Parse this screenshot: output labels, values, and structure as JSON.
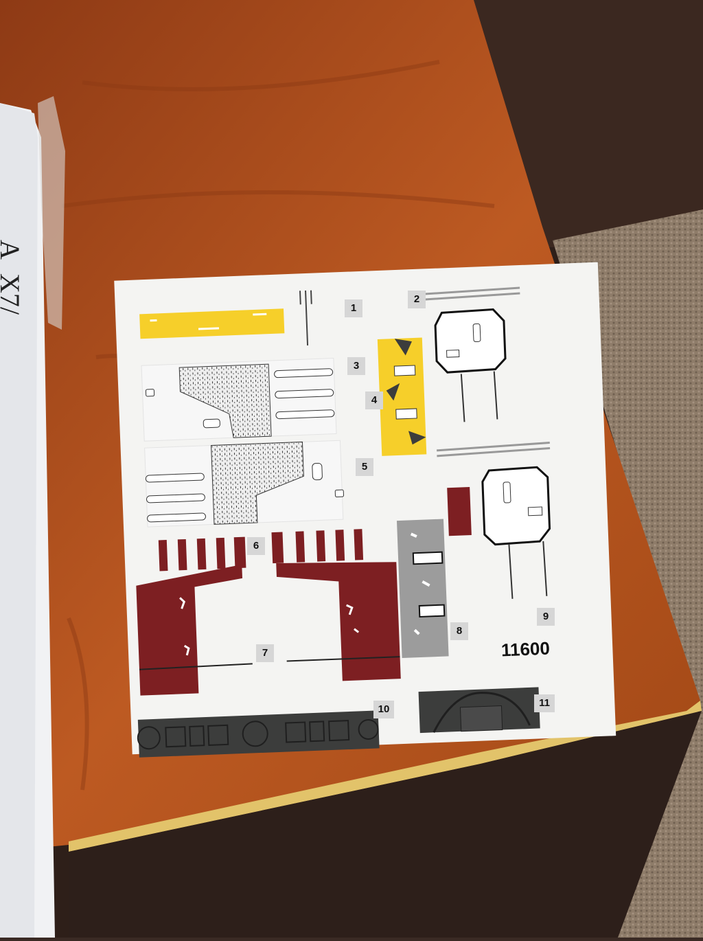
{
  "sticker_sheet": {
    "set_number": "11600",
    "sticker_numbers": [
      "1",
      "2",
      "3",
      "4",
      "5",
      "6",
      "7",
      "8",
      "9",
      "10",
      "11"
    ]
  },
  "booklet": {
    "edge_text": "A_X7/"
  },
  "colors": {
    "table": "#b4531f",
    "sofa": "#8f7e6d",
    "sheet": "#f4f4f2",
    "yellow": "#f6cf2a",
    "dark_red": "#7d1f22",
    "dark_grey": "#3c3d3c",
    "grey": "#9c9c9c"
  }
}
